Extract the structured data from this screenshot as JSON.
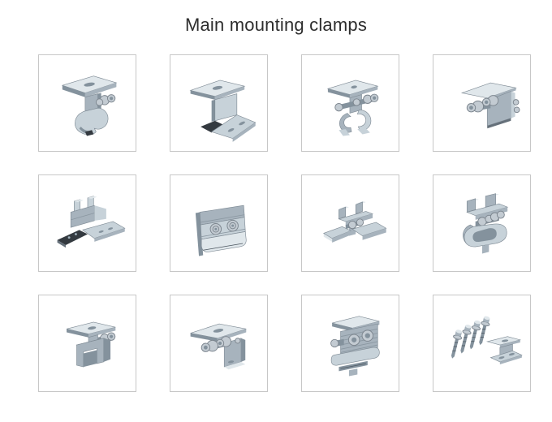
{
  "page": {
    "title": "Main mounting clamps",
    "background_color": "#ffffff",
    "title_color": "#2e2e2e"
  },
  "grid": {
    "rows": 3,
    "cols": 4,
    "cell_border_color": "#c7c7c7",
    "metal_colors": {
      "highlight": "#e0e7eb",
      "light": "#c7d2d9",
      "mid": "#a7b3bd",
      "dark": "#84929d",
      "deep": "#65707a",
      "shadow": "#343a40",
      "bolt": "#c3cbd2"
    },
    "items": [
      {
        "icon": "standing-seam-round-clamp-icon"
      },
      {
        "icon": "z-bracket-slotted-icon"
      },
      {
        "icon": "seam-hook-clamp-icon"
      },
      {
        "icon": "l-bracket-side-bolts-icon"
      },
      {
        "icon": "tilt-foot-rail-mount-icon"
      },
      {
        "icon": "rail-splice-plate-icon"
      },
      {
        "icon": "wide-foot-channel-clamp-icon"
      },
      {
        "icon": "channel-hook-clamp-icon"
      },
      {
        "icon": "u-profile-clamp-icon"
      },
      {
        "icon": "corner-bracket-bolts-icon"
      },
      {
        "icon": "serrated-rail-grip-clamp-icon"
      },
      {
        "icon": "bracket-with-four-screws-icon"
      }
    ]
  }
}
